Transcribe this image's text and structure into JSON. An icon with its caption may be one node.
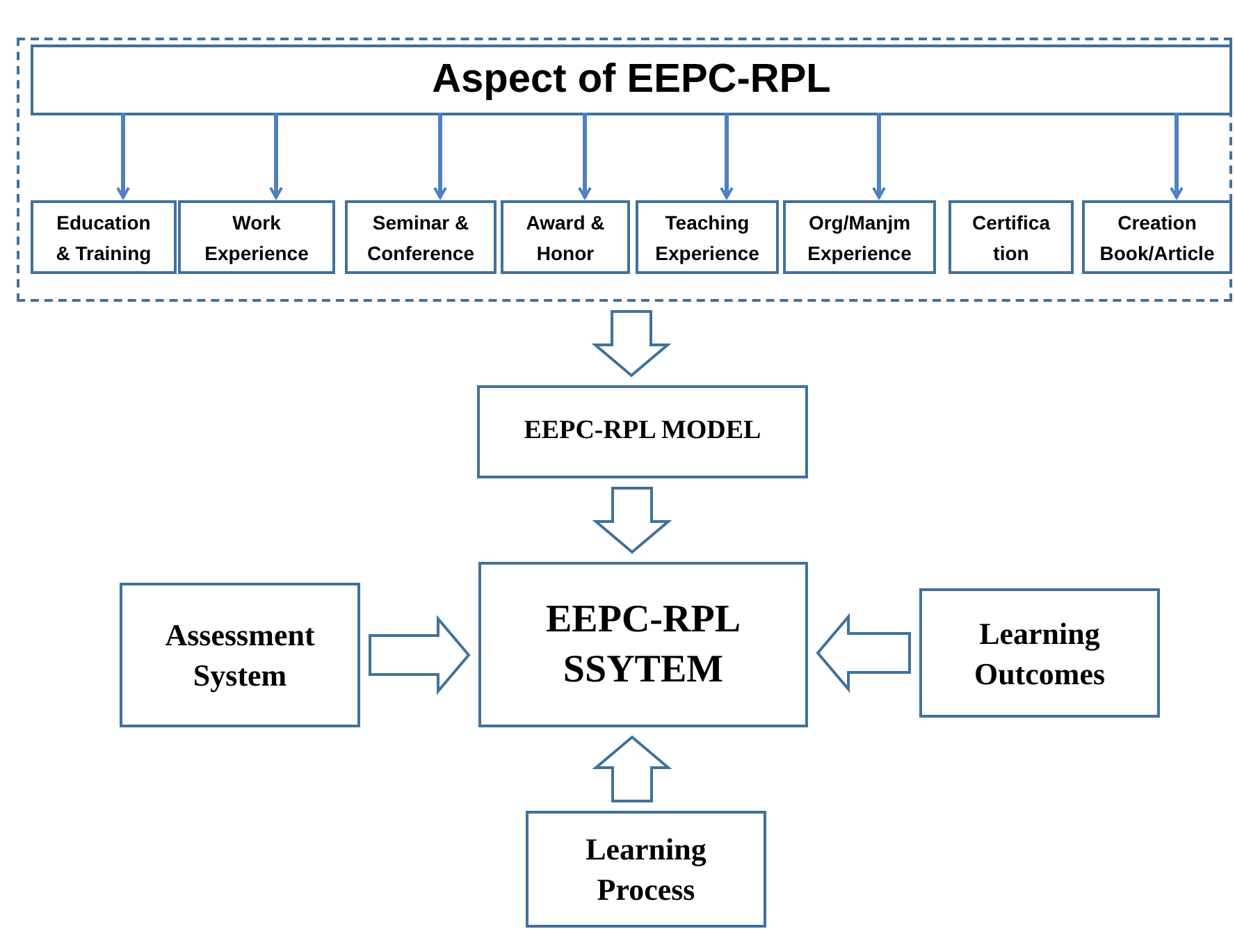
{
  "diagram": {
    "nodes": [
      {
        "text": [],
        "shape": "box"
      },
      {
        "text": [
          "Aspect of EEPC-RPL"
        ],
        "in": 0
      },
      {
        "text": [
          "Education & Training"
        ],
        "in": 0
      },
      {
        "text": [
          "Work Experience"
        ],
        "in": 0
      },
      {
        "text": [
          "Seminar & Conference"
        ],
        "in": 0
      },
      {
        "text": [
          "Award & Honor"
        ],
        "in": 0
      },
      {
        "text": [
          "Teaching Experience"
        ],
        "in": 0
      },
      {
        "text": [
          "Org/Manjm Experience"
        ],
        "in": 0
      },
      {
        "text": [
          "Certifica tion"
        ],
        "in": 0
      },
      {
        "text": [
          "Creation Book/Article"
        ],
        "in": 0
      },
      {
        "text": [
          "EEPC-RPL MODEL"
        ]
      },
      {
        "text": [
          "EEPC-RPL SSYTEM"
        ]
      },
      {
        "text": [
          "Assessment System"
        ]
      },
      {
        "text": [
          "Learning Outcomes"
        ]
      },
      {
        "text": [
          "Learning Process"
        ]
      }
    ],
    "edges": [
      {
        "from": 1,
        "to": 2,
        "arrow": "to"
      },
      {
        "from": 1,
        "to": 3,
        "arrow": "to"
      },
      {
        "from": 1,
        "to": 4,
        "arrow": "to"
      },
      {
        "from": 1,
        "to": 5,
        "arrow": "to"
      },
      {
        "from": 1,
        "to": 6,
        "arrow": "to"
      },
      {
        "from": 1,
        "to": 7,
        "arrow": "to"
      },
      {
        "from": 1,
        "to": 9,
        "arrow": "to"
      },
      {
        "from": 0,
        "to": 10,
        "arrow": "to",
        "style": "thick",
        "color": "#41719c"
      },
      {
        "from": 10,
        "to": 11,
        "arrow": "to",
        "style": "thick",
        "color": "#41719c"
      },
      {
        "from": 12,
        "to": 11,
        "arrow": "to",
        "style": "thick",
        "color": "#41719c"
      },
      {
        "from": 13,
        "to": 11,
        "arrow": "to",
        "style": "thick",
        "color": "#41719c"
      },
      {
        "from": 14,
        "to": 11,
        "arrow": "to",
        "style": "thick",
        "color": "#41719c"
      }
    ]
  }
}
